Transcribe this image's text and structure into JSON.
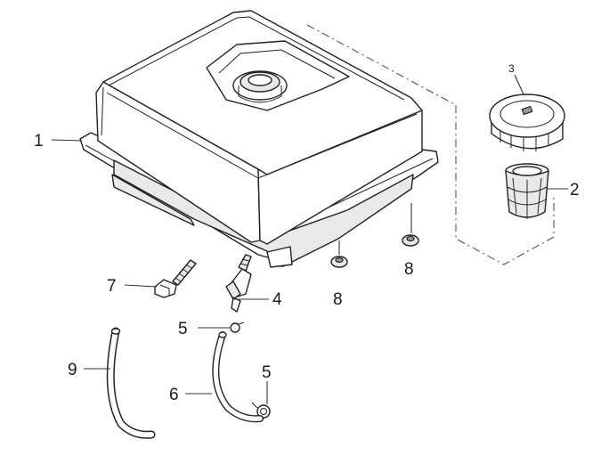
{
  "callouts": {
    "c1": "1",
    "c2": "2",
    "c3": "3",
    "c4": "4",
    "c5a": "5",
    "c5b": "5",
    "c6": "6",
    "c7": "7",
    "c8a": "8",
    "c8b": "8",
    "c9": "9"
  },
  "cap_mark": "3"
}
